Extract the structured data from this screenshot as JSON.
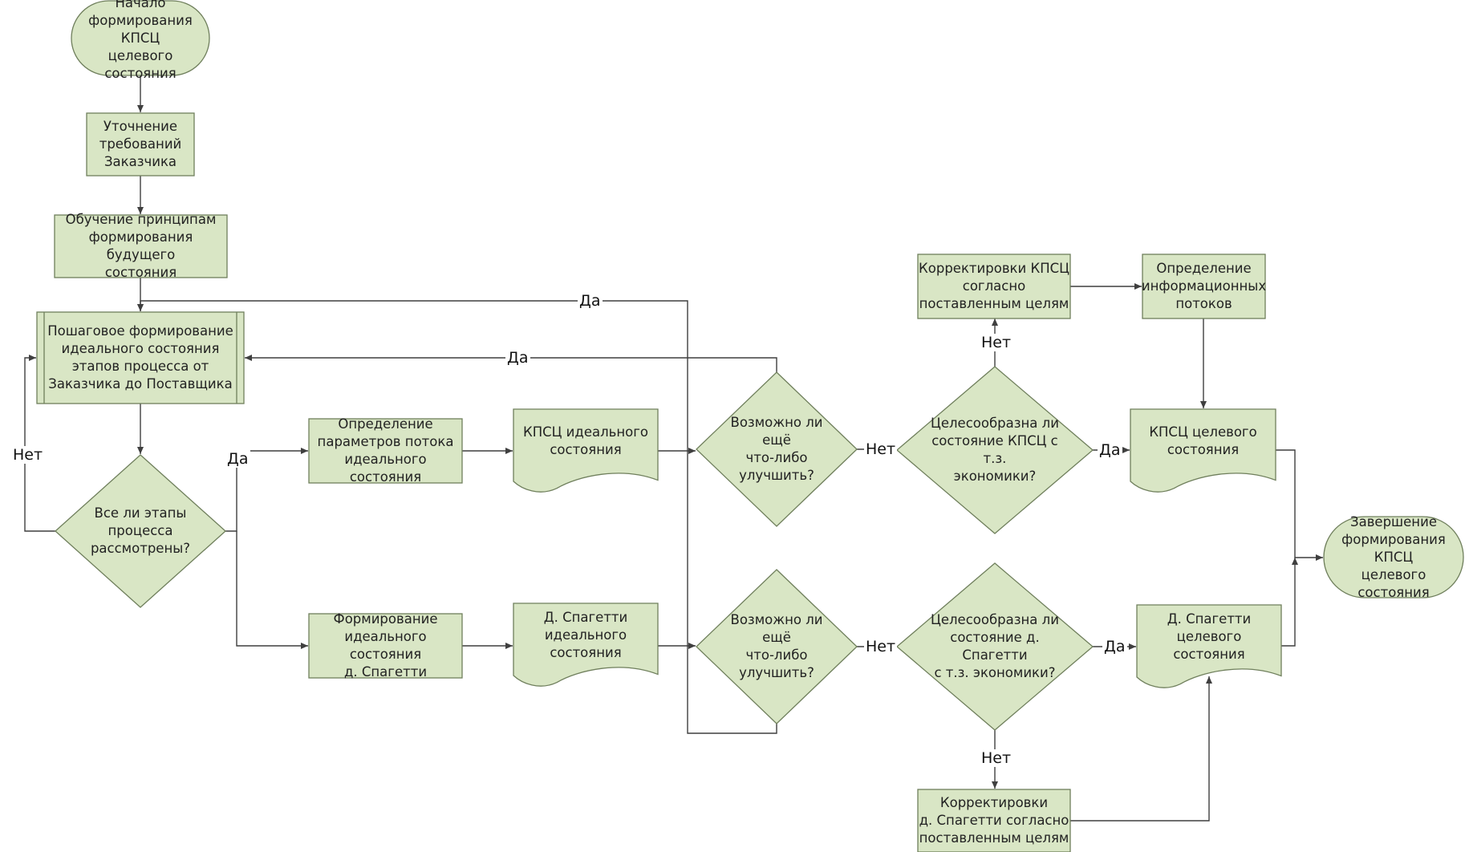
{
  "colors": {
    "shape_fill": "#d9e6c5",
    "shape_stroke": "#6f7f5c",
    "edge": "#3f3f3f"
  },
  "nodes": {
    "start": {
      "shape": "terminator",
      "text": "Начало\nформирования КПСЦ\nцелевого состояния"
    },
    "clarify": {
      "shape": "process",
      "text": "Уточнение\nтребований\nЗаказчика"
    },
    "training": {
      "shape": "process",
      "text": "Обучение принципам\nформирования будущего\nсостояния"
    },
    "stepwise": {
      "shape": "subprocess",
      "text": "Пошаговое формирование\nидеального состояния\nэтапов процесса от\nЗаказчика до Поставщика"
    },
    "all_stages": {
      "shape": "decision",
      "text": "Все ли этапы\nпроцесса\nрассмотрены?"
    },
    "flow_params": {
      "shape": "process",
      "text": "Определение\nпараметров потока\nидеального состояния"
    },
    "spaghetti_form": {
      "shape": "process",
      "text": "Формирование\nидеального состояния\nд. Спагетти"
    },
    "kpsc_ideal": {
      "shape": "document",
      "text": "КПСЦ идеального\nсостояния"
    },
    "spaghetti_ideal": {
      "shape": "document",
      "text": "Д. Спагетти\nидеального\nсостояния"
    },
    "improve_top": {
      "shape": "decision",
      "text": "Возможно ли ещё\nчто-либо улучшить?"
    },
    "improve_bottom": {
      "shape": "decision",
      "text": "Возможно ли ещё\nчто-либо улучшить?"
    },
    "econ_kpsc": {
      "shape": "decision",
      "text": "Целесообразна ли\nсостояние КПСЦ с т.з.\nэкономики?"
    },
    "econ_spaghetti": {
      "shape": "decision",
      "text": "Целесообразна ли\nсостояние д. Спагетти\nс т.з. экономики?"
    },
    "corr_kpsc": {
      "shape": "process",
      "text": "Корректировки КПСЦ\nсогласно\nпоставленным целям"
    },
    "info_flows": {
      "shape": "process",
      "text": "Определение\nинформационных\nпотоков"
    },
    "corr_spaghetti": {
      "shape": "process",
      "text": "Корректировки\nд. Спагетти согласно\nпоставленным целям"
    },
    "kpsc_target": {
      "shape": "document",
      "text": "КПСЦ целевого\nсостояния"
    },
    "spaghetti_target": {
      "shape": "document",
      "text": "Д. Спагетти целевого\nсостояния"
    },
    "end": {
      "shape": "terminator",
      "text": "Завершение\nформирования КПСЦ\nцелевого состояния"
    }
  },
  "edges": [
    {
      "from": "start",
      "to": "clarify",
      "label": ""
    },
    {
      "from": "clarify",
      "to": "training",
      "label": ""
    },
    {
      "from": "training",
      "to": "stepwise",
      "label": ""
    },
    {
      "from": "stepwise",
      "to": "all_stages",
      "label": ""
    },
    {
      "from": "all_stages",
      "to": "stepwise",
      "label": "Нет"
    },
    {
      "from": "all_stages",
      "to": "flow_params",
      "label": "Да"
    },
    {
      "from": "all_stages",
      "to": "spaghetti_form",
      "label": ""
    },
    {
      "from": "flow_params",
      "to": "kpsc_ideal",
      "label": ""
    },
    {
      "from": "spaghetti_form",
      "to": "spaghetti_ideal",
      "label": ""
    },
    {
      "from": "kpsc_ideal",
      "to": "improve_top",
      "label": ""
    },
    {
      "from": "spaghetti_ideal",
      "to": "improve_bottom",
      "label": ""
    },
    {
      "from": "improve_top",
      "to": "stepwise",
      "label": "Да"
    },
    {
      "from": "improve_bottom",
      "to": "stepwise",
      "label": "Да"
    },
    {
      "from": "improve_top",
      "to": "econ_kpsc",
      "label": "Нет"
    },
    {
      "from": "improve_bottom",
      "to": "econ_spaghetti",
      "label": "Нет"
    },
    {
      "from": "econ_kpsc",
      "to": "corr_kpsc",
      "label": "Нет"
    },
    {
      "from": "econ_kpsc",
      "to": "kpsc_target",
      "label": "Да"
    },
    {
      "from": "corr_kpsc",
      "to": "info_flows",
      "label": ""
    },
    {
      "from": "info_flows",
      "to": "kpsc_target",
      "label": ""
    },
    {
      "from": "econ_spaghetti",
      "to": "corr_spaghetti",
      "label": "Нет"
    },
    {
      "from": "econ_spaghetti",
      "to": "spaghetti_target",
      "label": "Да"
    },
    {
      "from": "corr_spaghetti",
      "to": "spaghetti_target",
      "label": ""
    },
    {
      "from": "kpsc_target",
      "to": "end",
      "label": ""
    },
    {
      "from": "spaghetti_target",
      "to": "end",
      "label": ""
    }
  ]
}
